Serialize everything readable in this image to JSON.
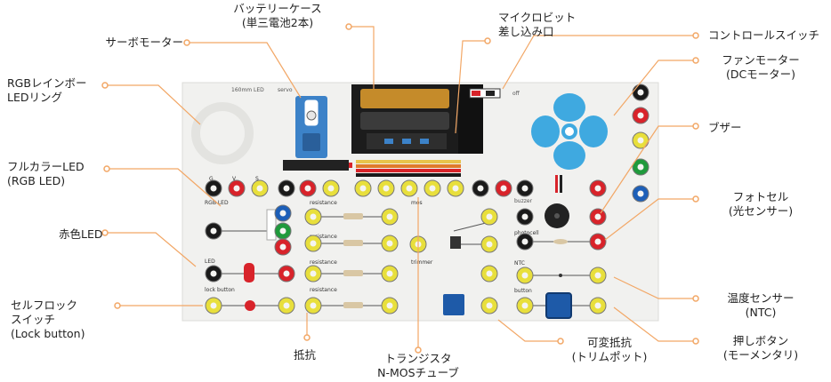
{
  "board": {
    "module_labels": {
      "ring": "160mm LED",
      "servo": "servo",
      "rgb_led": "RGB LED",
      "led": "LED",
      "lock_button": "lock button",
      "resistance": "resistance",
      "mos": "mos",
      "trimmer": "trimmer",
      "buzzer": "buzzer",
      "photocell": "photocell",
      "ntc": "NTC",
      "button": "button",
      "fan_switch": "off"
    },
    "pin_letters": {
      "g": "G",
      "v": "V",
      "s": "S"
    }
  },
  "callouts": {
    "battery_case": [
      "バッテリーケース",
      "(単三電池2本)"
    ],
    "servo_motor": [
      "サーボモーター"
    ],
    "microbit_slot": [
      "マイクロビット",
      "差し込み口"
    ],
    "control_switch": [
      "コントロールスイッチ"
    ],
    "rgb_ring": [
      "RGBレインボー",
      "LEDリング"
    ],
    "fan_motor": [
      "ファンモーター",
      "(DCモーター)"
    ],
    "buzzer": [
      "ブザー"
    ],
    "full_color_led": [
      "フルカラーLED",
      "(RGB LED)"
    ],
    "photocell": [
      "フォトセル",
      "(光センサー)"
    ],
    "red_led": [
      "赤色LED"
    ],
    "lock_button": [
      "セルフロック",
      "スイッチ",
      "(Lock button)"
    ],
    "temp_sensor": [
      "温度センサー",
      "(NTC)"
    ],
    "resistor": [
      "抵抗"
    ],
    "transistor": [
      "トランジスタ",
      "N-MOSチューブ"
    ],
    "trimpot": [
      "可変抵抗",
      "(トリムポット)"
    ],
    "push_button": [
      "押しボタン",
      "(モーメンタリ)"
    ]
  },
  "colors": {
    "callout_line": "#f2a766",
    "callout_dot": "#f2a766",
    "board": "#f1f1ef",
    "socket_yellow": "#e8df3c",
    "socket_red": "#d8232a",
    "socket_black": "#1a1a1a",
    "socket_green": "#1f9a3c",
    "socket_blue": "#1d5fb8",
    "fan": "#3fa9e0",
    "trimpot": "#1e5aa8"
  }
}
